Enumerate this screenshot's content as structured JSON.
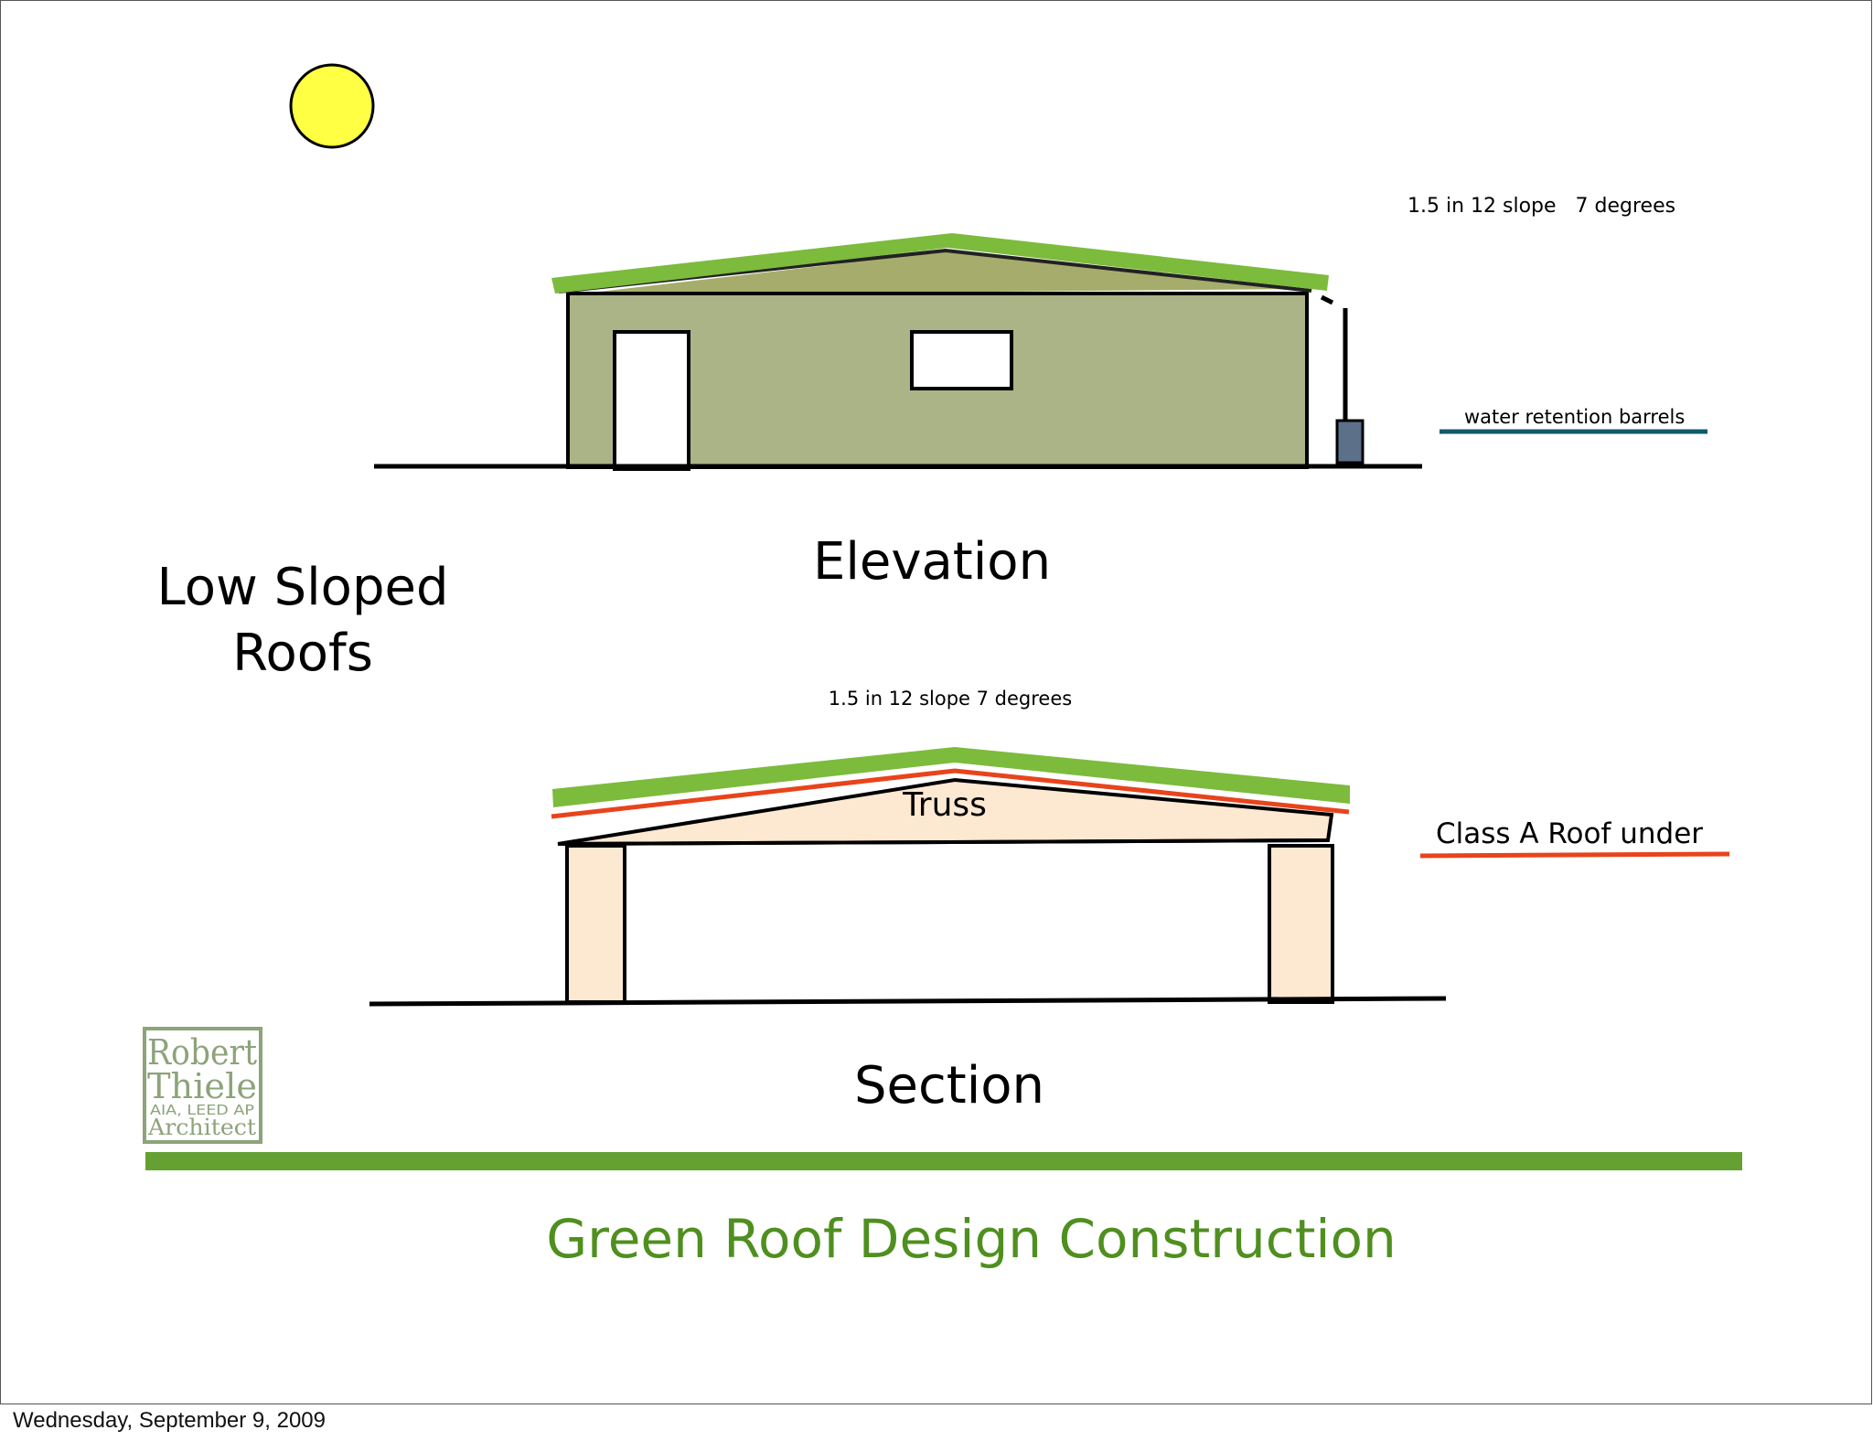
{
  "slide": {
    "heading_line1": "Low Sloped",
    "heading_line2": "Roofs",
    "footer_title": "Green Roof Design Construction",
    "date": "Wednesday, September 9, 2009"
  },
  "elevation": {
    "label": "Elevation",
    "slope_note": "1.5 in 12 slope   7 degrees",
    "legend_label": "water retention barrels"
  },
  "section": {
    "label": "Section",
    "slope_note": "1.5 in 12 slope 7 degrees",
    "truss_label": "Truss",
    "legend_label": "Class A Roof under"
  },
  "logo": {
    "line1": "Robert",
    "line2": "Thiele",
    "line3": "AIA, LEED AP",
    "line4": "Architect"
  },
  "colors": {
    "green_roof": "#7cbb3c",
    "wall_fill": "#abb486",
    "roof_gable_fill": "#a6ad6c",
    "truss_fill": "#fde8d2",
    "underlayment": "#e8441c",
    "barrel": "#5c7089",
    "barrel_legend": "#0f5a6b",
    "footer_bar": "#65a033",
    "footer_text": "#4f8f1f",
    "logo": "#8da37a",
    "sun": "#ffff44"
  }
}
